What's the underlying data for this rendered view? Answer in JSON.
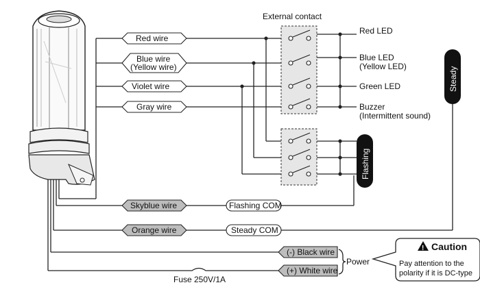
{
  "contact_box_title": "External contact",
  "wires": {
    "red": "Red wire",
    "blue": "Blue wire",
    "blue_alt": "(Yellow wire)",
    "violet": "Violet wire",
    "gray": "Gray wire",
    "skyblue": "Skyblue wire",
    "orange": "Orange wire",
    "black": "(-) Black wire",
    "white": "(+) White wire"
  },
  "outputs": {
    "red_led": "Red LED",
    "blue_led": "Blue LED",
    "blue_led_alt": "(Yellow LED)",
    "green_led": "Green LED",
    "buzzer": "Buzzer",
    "buzzer_alt": "(Intermittent sound)"
  },
  "modes": {
    "steady": "Steady",
    "flashing": "Flashing"
  },
  "com": {
    "flashing": "Flashing COM",
    "steady": "Steady COM"
  },
  "power_label": "Power",
  "fuse_label": "Fuse 250V/1A",
  "caution": {
    "title": "Caution",
    "line1": "Pay attention to the",
    "line2": "polarity if it is DC-type"
  }
}
